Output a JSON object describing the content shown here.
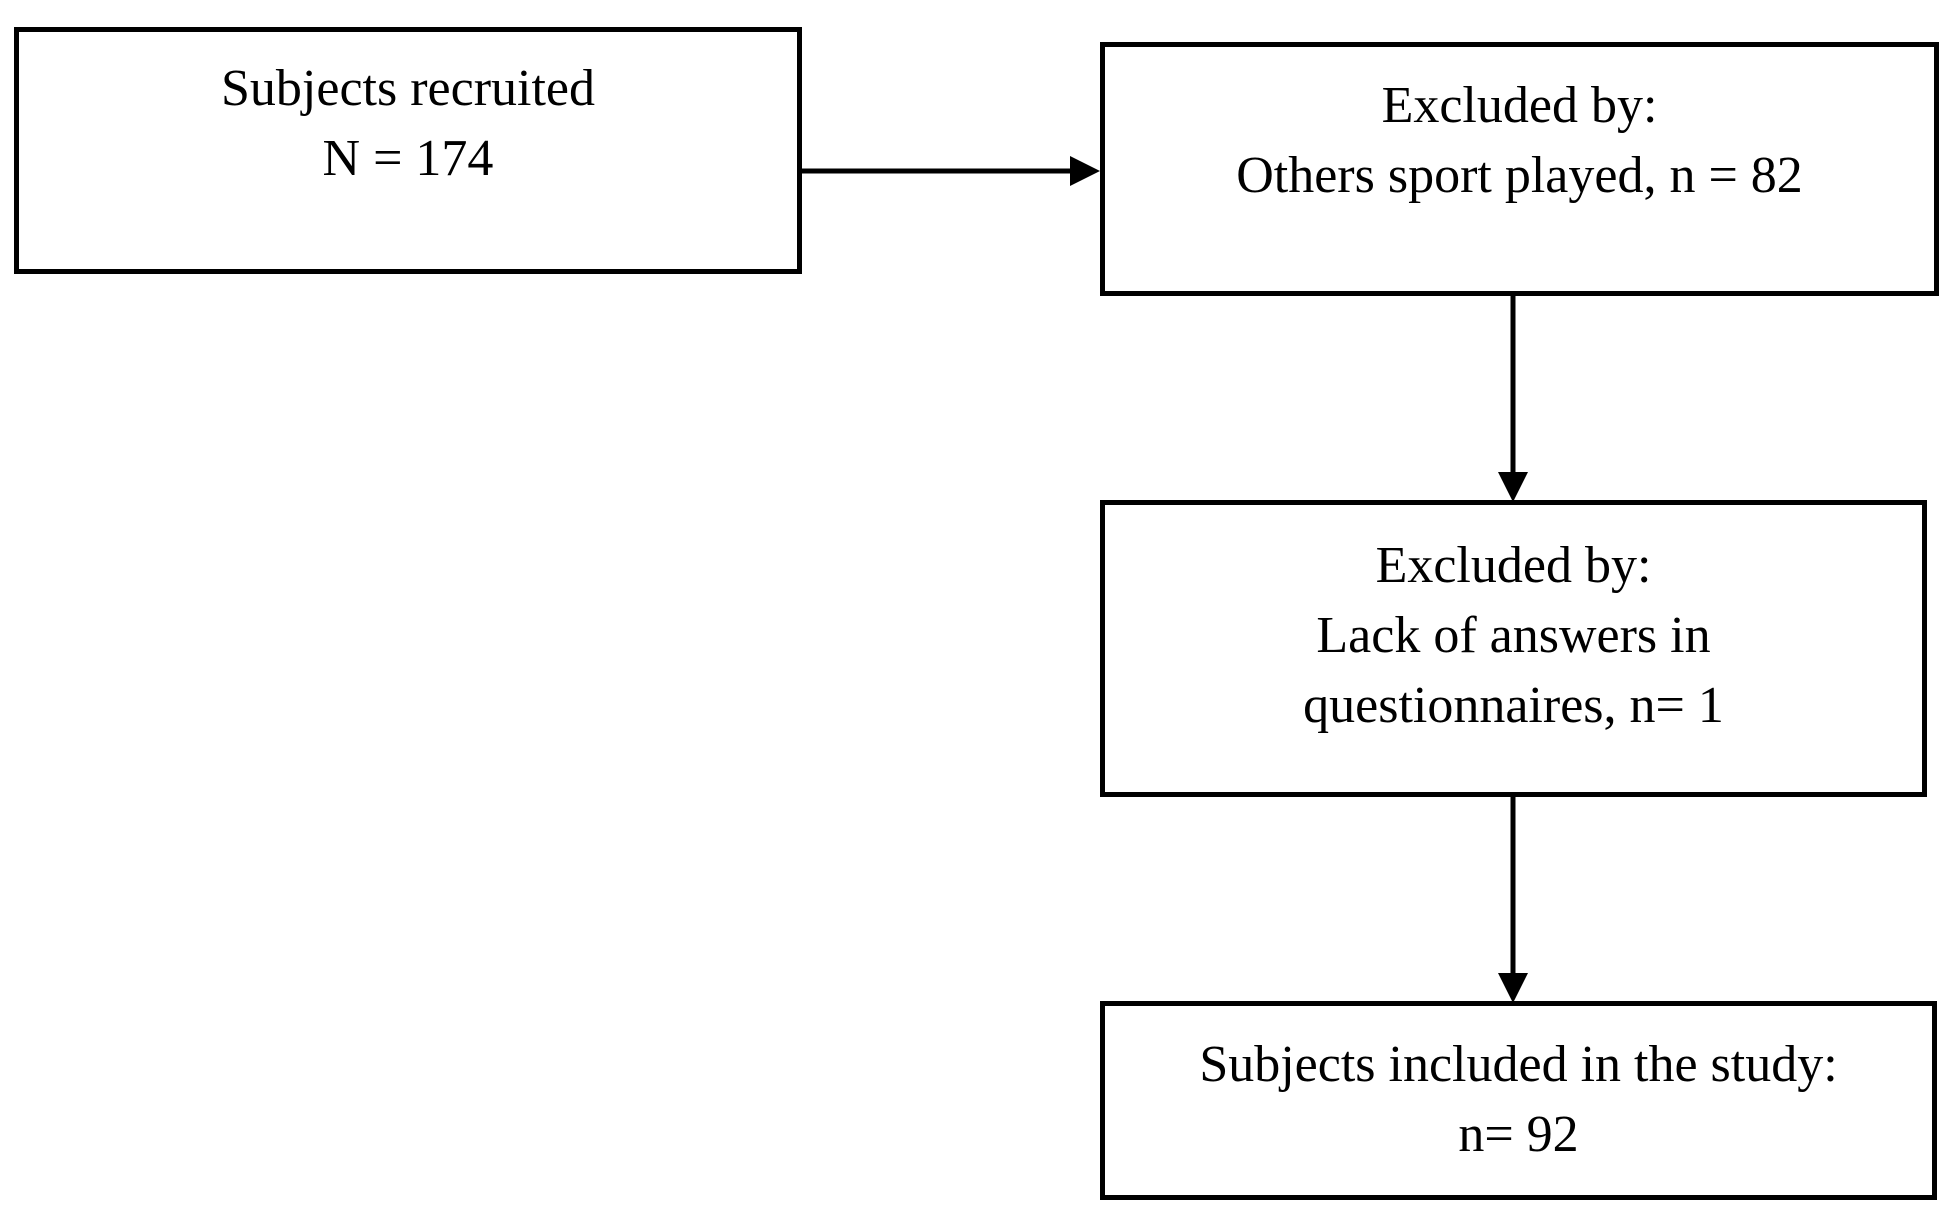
{
  "diagram": {
    "type": "flowchart",
    "title": "Subject recruitment and exclusion flow",
    "background_color": "#ffffff",
    "line_color": "#000000",
    "boxes": [
      {
        "id": "recruited",
        "name": "subjects-recruited-box",
        "lines": [
          "Subjects recruited",
          "N = 174"
        ],
        "line1": "Subjects recruited",
        "line2": "N = 174",
        "line3": "",
        "count": 174,
        "count_label": "N = 174"
      },
      {
        "id": "excluded_sport",
        "name": "excluded-others-sport-box",
        "lines": [
          "Excluded by:",
          "Others sport played, n = 82"
        ],
        "line1": "Excluded by:",
        "line2": "Others sport played, n = 82",
        "line3": "",
        "count": 82,
        "count_label": "n = 82"
      },
      {
        "id": "excluded_answers",
        "name": "excluded-lack-of-answers-box",
        "lines": [
          "Excluded by:",
          "Lack of answers in",
          "questionnaires, n= 1"
        ],
        "line1": "Excluded by:",
        "line2": "Lack of answers in",
        "line3": "questionnaires, n= 1",
        "count": 1,
        "count_label": "n= 1"
      },
      {
        "id": "included",
        "name": "subjects-included-box",
        "lines": [
          "Subjects included in the study:",
          "n= 92"
        ],
        "line1": "Subjects included in the study:",
        "line2": "n= 92",
        "line3": "",
        "count": 92,
        "count_label": "n= 92"
      }
    ],
    "arrows": [
      {
        "id": "recruited_to_sport",
        "name": "arrow-recruited-to-excluded-sport",
        "from": "recruited",
        "to": "excluded_sport",
        "direction": "right"
      },
      {
        "id": "sport_to_answers",
        "name": "arrow-excluded-sport-to-excluded-answers",
        "from": "excluded_sport",
        "to": "excluded_answers",
        "direction": "down"
      },
      {
        "id": "answers_to_included",
        "name": "arrow-excluded-answers-to-included",
        "from": "excluded_answers",
        "to": "included",
        "direction": "down"
      }
    ]
  }
}
